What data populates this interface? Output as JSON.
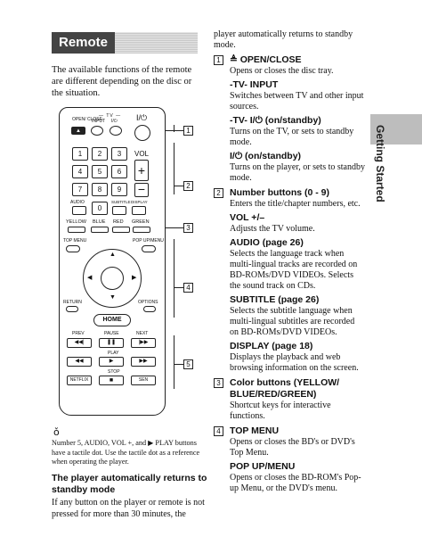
{
  "section": {
    "title": "Remote"
  },
  "intro": "The available functions of the remote are different depending on the disc or the situation.",
  "remote": {
    "open_close": "OPEN/\nCLOSE",
    "tv": "TV",
    "input": "INPUT",
    "power_tv": "I/⏻",
    "power": "I/⏻",
    "vol": "VOL",
    "plus": "+",
    "minus": "−",
    "digits": [
      "1",
      "2",
      "3",
      "4",
      "5",
      "6",
      "7",
      "8",
      "9",
      "0"
    ],
    "audio": "AUDIO",
    "subtitle": "SUBTITLE",
    "display": "DISPLAY",
    "yellow": "YELLOW",
    "blue": "BLUE",
    "red": "RED",
    "green": "GREEN",
    "top_menu": "TOP MENU",
    "popup_menu": "POP UP/MENU",
    "return": "RETURN",
    "options": "OPTIONS",
    "home": "HOME",
    "prev": "PREV",
    "pause": "PAUSE",
    "next": "NEXT",
    "play": "PLAY",
    "stop": "STOP",
    "netflix": "NETFLIX",
    "sen": "SEN",
    "callouts": [
      "1",
      "2",
      "3",
      "4",
      "5"
    ]
  },
  "tactile_note": "Number 5, AUDIO, VOL +, and ▶ PLAY buttons have a tactile dot. Use the tactile dot as a reference when operating the player.",
  "standby": {
    "heading": "The player automatically returns to standby mode",
    "body": "If any button on the player or remote is not pressed for more than 30 minutes, the"
  },
  "right": {
    "cont": "player automatically returns to standby mode.",
    "items": [
      {
        "num": "1",
        "title": "≜ OPEN/CLOSE",
        "desc": "Opens or closes the disc tray.",
        "subs": [
          {
            "title": "-TV- INPUT",
            "desc": "Switches between TV and other input sources."
          },
          {
            "title": "-TV- I/⏻ (on/standby)",
            "desc": "Turns on the TV, or sets to standby mode."
          },
          {
            "title": "I/⏻ (on/standby)",
            "desc": "Turns on the player, or sets to standby mode."
          }
        ]
      },
      {
        "num": "2",
        "title": "Number buttons (0 - 9)",
        "desc": "Enters the title/chapter numbers, etc.",
        "subs": [
          {
            "title": "VOL +/–",
            "desc": "Adjusts the TV volume."
          },
          {
            "title": "AUDIO (page 26)",
            "desc": "Selects the language track when multi-lingual tracks are recorded on BD-ROMs/DVD VIDEOs. Selects the sound track on CDs."
          },
          {
            "title": "SUBTITLE (page 26)",
            "desc": "Selects the subtitle language when multi-lingual subtitles are recorded on BD-ROMs/DVD VIDEOs."
          },
          {
            "title": "DISPLAY (page 18)",
            "desc": "Displays the playback and web browsing information on the screen."
          }
        ]
      },
      {
        "num": "3",
        "title": "Color buttons (YELLOW/ BLUE/RED/GREEN)",
        "desc": "Shortcut keys for interactive functions.",
        "subs": []
      },
      {
        "num": "4",
        "title": "TOP MENU",
        "desc": "Opens or closes the BD's or DVD's Top Menu.",
        "subs": [
          {
            "title": "POP UP/MENU",
            "desc": "Opens or closes the BD-ROM's Pop-up Menu, or the DVD's menu."
          }
        ]
      }
    ]
  },
  "side_tab": "Getting Started"
}
